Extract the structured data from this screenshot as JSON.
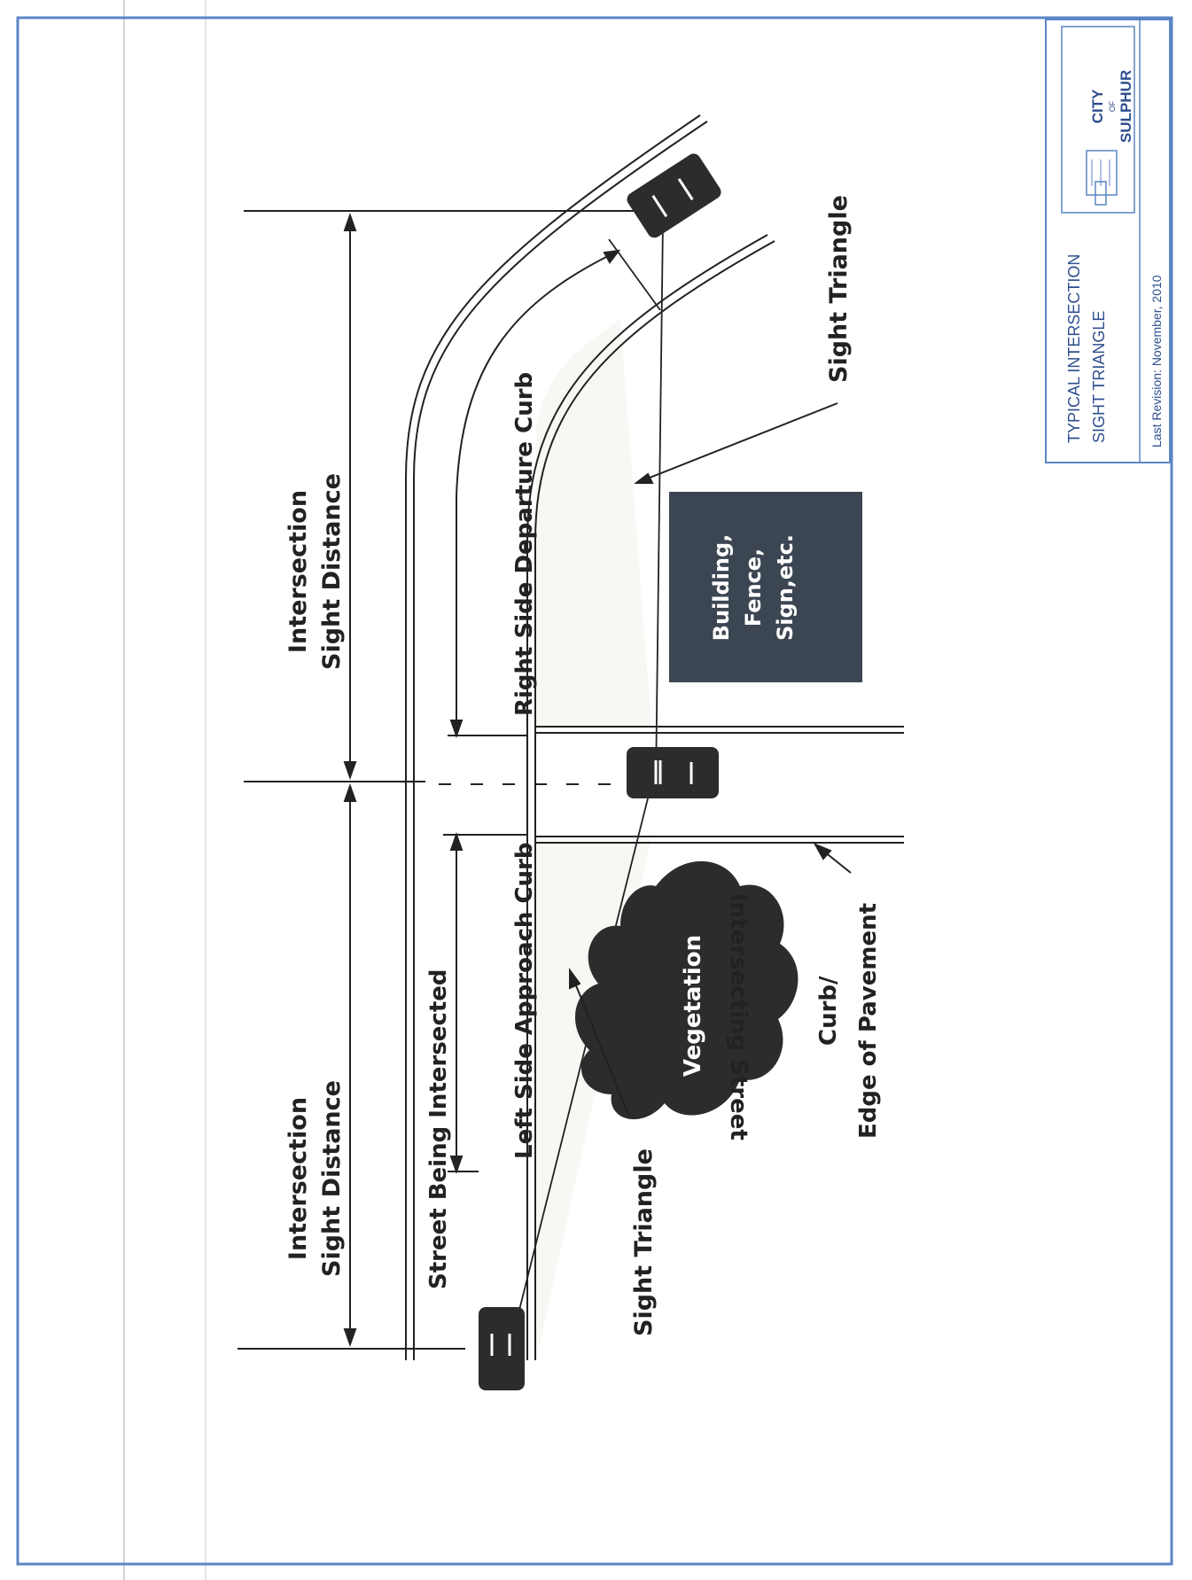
{
  "labels": {
    "isd_left_1": "Intersection",
    "isd_left_2": "Sight Distance",
    "isd_right_1": "Intersection",
    "isd_right_2": "Sight Distance",
    "street_being_intersected": "Street Being Intersected",
    "left_side_approach_curb": "Left Side Approach Curb",
    "right_side_departure_curb": "Right Side Departure Curb",
    "sight_triangle_left": "Sight Triangle",
    "sight_triangle_right": "Sight Triangle",
    "vegetation": "Vegetation",
    "building_1": "Building,",
    "building_2": "Fence,",
    "building_3": "Sign,etc.",
    "intersecting_street": "Intersecting Street",
    "curb_1": "Curb/",
    "curb_2": "Edge of Pavement"
  },
  "title_block": {
    "title_1": "TYPICAL INTERSECTION",
    "title_2": "SIGHT TRIANGLE",
    "revision": "Last Revision: November, 2010",
    "logo_city": "CITY",
    "logo_of": "OF",
    "logo_sulphur": "SULPHUR"
  },
  "colors": {
    "border": "#5b86c4",
    "ink": "#222222",
    "vehicle": "#2c2c2c",
    "building": "#3c4552",
    "title_text": "#2f4f8f"
  }
}
